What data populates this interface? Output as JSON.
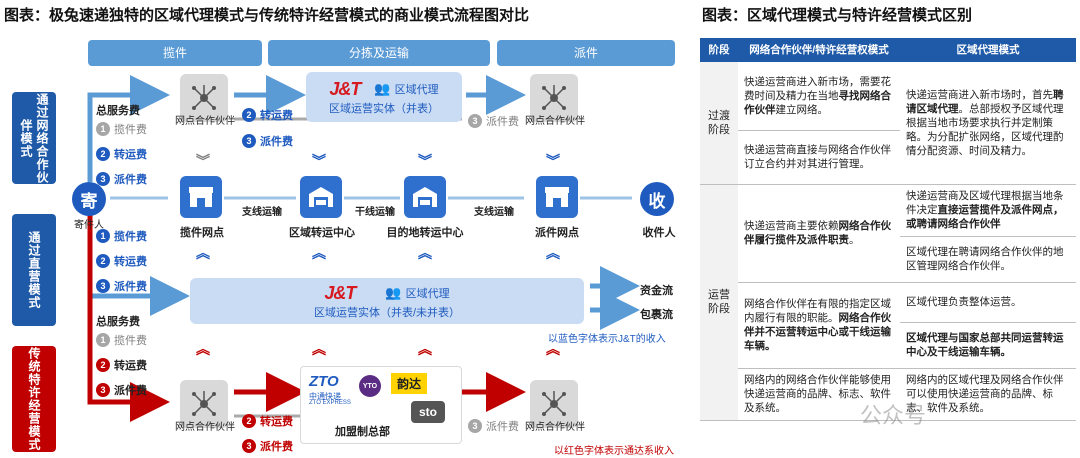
{
  "left": {
    "title": "图表：极兔速递独特的区域代理模式与传统特许经营模式的商业模式流程图对比",
    "phases": [
      "揽件",
      "分拣及运输",
      "派件"
    ],
    "modes": {
      "network_partner": "通过网络合作伙伴模式",
      "direct": "通过直营模式",
      "franchise": "传统特许经营模式"
    },
    "labels": {
      "network_node": "网点合作伙伴",
      "sender_circle": "寄",
      "sender": "寄件人",
      "receiver_circle": "收",
      "receiver": "收件人",
      "pickup_point": "揽件网点",
      "regional_center": "区域转运中心",
      "dest_center": "目的地转运中心",
      "delivery_point": "派件网点",
      "branch_transport": "支线运输",
      "trunk_transport": "干线运输",
      "agent": "区域代理",
      "entity_top": "区域运营实体（并表）",
      "entity_mid": "区域运营实体（并表/未并表）",
      "franchise_hq": "加盟制总部",
      "cash_flow": "资金流",
      "parcel_flow": "包裹流",
      "jt_logo": "J&T",
      "zto": "ZTO",
      "zto_cn": "中通快递",
      "zto_en": "ZTO EXPRESS",
      "yto": "YTO",
      "yunda": "韵达",
      "sto": "sto"
    },
    "fees_top": {
      "total": "总服务费",
      "pickup": "揽件费",
      "transfer": "转运费",
      "delivery": "派件费"
    },
    "fees_mid": {
      "pickup": "揽件费",
      "transfer": "转运费",
      "delivery": "派件费"
    },
    "fees_bottom": {
      "total": "总服务费",
      "pickup": "揽件费",
      "transfer": "转运费",
      "delivery": "派件费"
    },
    "note_blue": "以蓝色字体表示J&T的收入",
    "note_red": "以红色字体表示通达系收入"
  },
  "right": {
    "title": "图表：区域代理模式与特许经营模式区别",
    "headers": [
      "阶段",
      "网络合作伙伴/特许经营权模式",
      "区域代理模式"
    ],
    "stage1": "过渡\n阶段",
    "stage2": "运营\n阶段",
    "r1c1_a": "快递运营商进入新市场，需要花费时间及精力在当地",
    "r1c1_b": "寻找网络合作伙伴",
    "r1c1_c": "建立网络。",
    "r2c1": "快递运营商直接与网络合作伙伴订立合约并对其进行管理。",
    "r1c2_a": "快递运营商进入新市场时，首先",
    "r1c2_b": "聘请区域代理",
    "r1c2_c": "。总部授权予区域代理根据当地市场要求执行并定制策略。为分配扩张网络，区域代理酌情分配资源、时间及精力。",
    "r3c1_a": "快递运营商主要依赖",
    "r3c1_b": "网络合作伙伴履行揽件及派件职责",
    "r3c1_c": "。",
    "r3c2_a": "快递运营商及区域代理根据当地条件决定",
    "r3c2_b": "直接运营揽件及派件网点，或聘请网络合作伙伴",
    "r4c2": "区域代理在聘请网络合作伙伴的地区管理网络合作伙伴。",
    "r5c1_a": "网络合作伙伴在有限的指定区域内履行有限的职能。",
    "r5c1_b": "网络合作伙伴并不运营转运中心或干线运输车辆。",
    "r5c2": "区域代理负责整体运营。",
    "r6c2_a": "区域代理与国家总部共同运营转运中心及干线运输车辆。",
    "r7c1": "网络内的网络合作伙伴能够使用快递运营商的品牌、标志、软件及系统。",
    "r7c2": "网络内的区域代理及网络合作伙伴可以使用快递运营商的品牌、标志、软件及系统。"
  },
  "watermark": "公众号",
  "colors": {
    "blue": "#1f5bbf",
    "red": "#c00000",
    "phase": "#5b9bd5",
    "entity": "#c9dcf4"
  }
}
